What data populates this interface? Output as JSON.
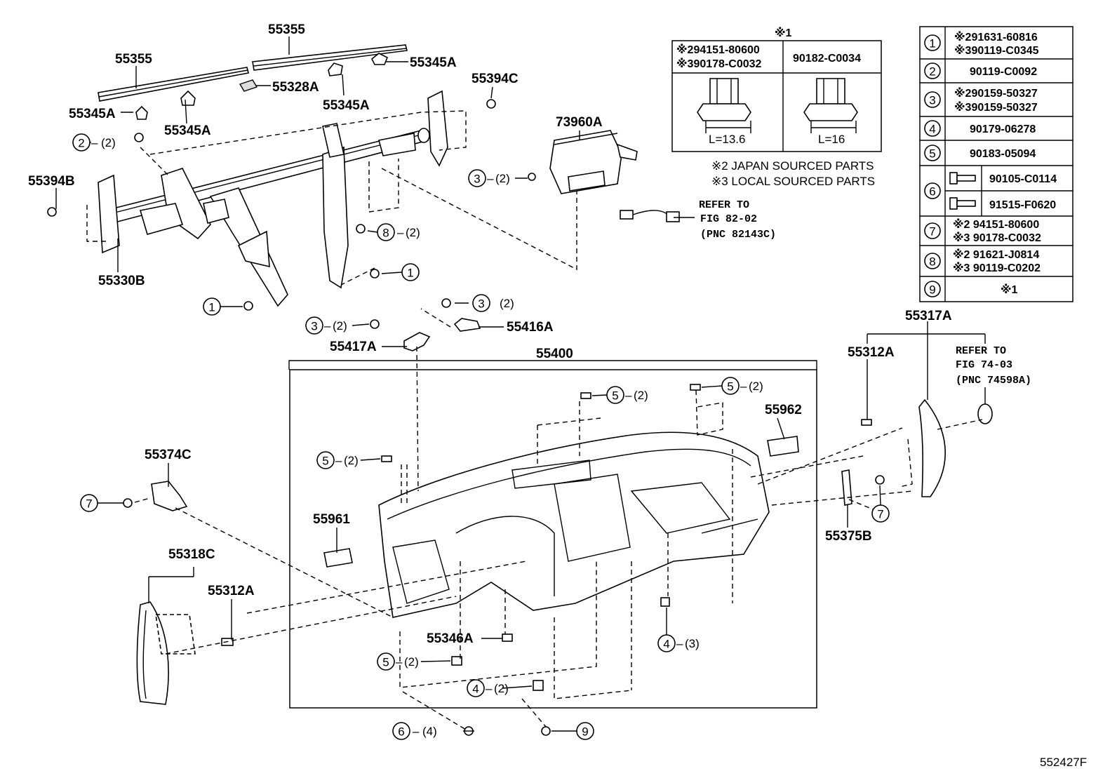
{
  "diagram_id": "552427F",
  "part_labels": {
    "p55355_top": "55355",
    "p55355_left": "55355",
    "p55345A_1": "55345A",
    "p55345A_2": "55345A",
    "p55345A_3": "55345A",
    "p55345A_4": "55345A",
    "p55328A": "55328A",
    "p55394C": "55394C",
    "p55394B": "55394B",
    "p55330B": "55330B",
    "p73960A": "73960A",
    "p55416A": "55416A",
    "p55417A": "55417A",
    "p55400": "55400",
    "p55962": "55962",
    "p55961": "55961",
    "p55374C": "55374C",
    "p55318C": "55318C",
    "p55312A_left": "55312A",
    "p55312A_right": "55312A",
    "p55317A": "55317A",
    "p55375B": "55375B",
    "p55346A": "55346A"
  },
  "callouts": [
    {
      "num": "2",
      "qty": "(2)"
    },
    {
      "num": "8",
      "qty": "(2)"
    },
    {
      "num": "1",
      "qty": ""
    },
    {
      "num": "1",
      "qty": ""
    },
    {
      "num": "3",
      "qty": "(2)"
    },
    {
      "num": "3",
      "qty": "(2)"
    },
    {
      "num": "3",
      "qty": "(2)"
    },
    {
      "num": "5",
      "qty": "(2)"
    },
    {
      "num": "5",
      "qty": "(2)"
    },
    {
      "num": "5",
      "qty": "(2)"
    },
    {
      "num": "5",
      "qty": "(2)"
    },
    {
      "num": "7",
      "qty": ""
    },
    {
      "num": "7",
      "qty": ""
    },
    {
      "num": "4",
      "qty": "(3)"
    },
    {
      "num": "4",
      "qty": "(2)"
    },
    {
      "num": "6",
      "qty": "(4)"
    },
    {
      "num": "9",
      "qty": ""
    }
  ],
  "refer_notes": {
    "fig82": {
      "line1": "REFER TO",
      "line2": "FIG 82-02",
      "line3": "(PNC 82143C)"
    },
    "fig74": {
      "line1": "REFER TO",
      "line2": "FIG 74-03",
      "line3": "(PNC 74598A)"
    }
  },
  "note_box": {
    "title": "※1",
    "left_line1": "※294151-80600",
    "left_line2": "※390178-C0032",
    "right_line": "90182-C0034",
    "left_dim": "L=13.6",
    "right_dim": "L=16",
    "footnote_2": "※2 JAPAN SOURCED PARTS",
    "footnote_3": "※3 LOCAL SOURCED PARTS"
  },
  "legend_table": [
    {
      "num": "1",
      "line1": "※291631-60816",
      "line2": "※390119-C0345"
    },
    {
      "num": "2",
      "line1": "90119-C0092",
      "line2": ""
    },
    {
      "num": "3",
      "line1": "※290159-50327",
      "line2": "※390159-50327"
    },
    {
      "num": "4",
      "line1": "90179-06278",
      "line2": ""
    },
    {
      "num": "5",
      "line1": "90183-05094",
      "line2": ""
    },
    {
      "num": "6",
      "line1": "90105-C0114",
      "line2": "91515-F0620"
    },
    {
      "num": "7",
      "line1": "※2 94151-80600",
      "line2": "※3 90178-C0032"
    },
    {
      "num": "8",
      "line1": "※2 91621-J0814",
      "line2": "※3 90119-C0202"
    },
    {
      "num": "9",
      "line1": "※1",
      "line2": ""
    }
  ]
}
